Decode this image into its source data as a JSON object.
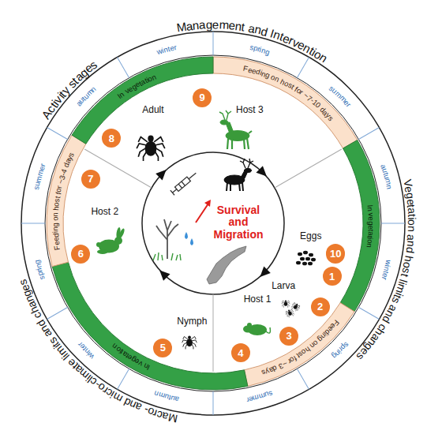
{
  "diagram": {
    "nodes": [
      {
        "text": [
          "Survival and Migration"
        ]
      },
      {
        "text": [
          "1"
        ]
      },
      {
        "text": [
          "2"
        ]
      },
      {
        "text": [
          "3"
        ]
      },
      {
        "text": [
          "4"
        ]
      },
      {
        "text": [
          "5"
        ]
      },
      {
        "text": [
          "6"
        ]
      },
      {
        "text": [
          "7"
        ]
      },
      {
        "text": [
          "8"
        ]
      },
      {
        "text": [
          "9"
        ]
      },
      {
        "text": [
          "10"
        ]
      },
      {
        "text": [
          "Feeding on host for ~7-10 days"
        ]
      },
      {
        "text": [
          "In vegetation"
        ]
      },
      {
        "text": [
          "Feeding on host for ~3 days"
        ]
      },
      {
        "text": [
          "In vegetation"
        ]
      },
      {
        "text": [
          "Feeding on host for ~3-4 days"
        ]
      },
      {
        "text": [
          "In vegetation"
        ]
      }
    ],
    "labels": [
      "Management and Intervention",
      "Vegetation and host limits and changes",
      "Macro- and micro-climate limits and changes",
      "Activity stages",
      "spring",
      "summer",
      "autumn",
      "winter",
      "spring",
      "summer",
      "autumn",
      "winter",
      "spring",
      "summer",
      "autumn",
      "winter",
      "Eggs",
      "Larva",
      "Host 1",
      "Nymph",
      "Host 2",
      "Adult",
      "Host 3"
    ]
  }
}
